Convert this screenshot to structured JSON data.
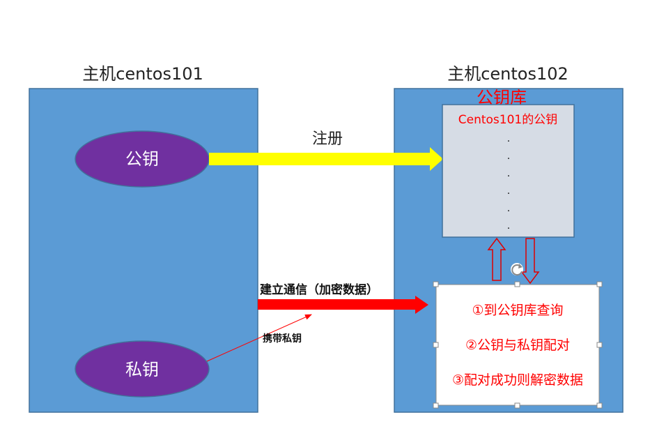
{
  "hosts": {
    "left_title": "主机centos101",
    "right_title": "主机centos102"
  },
  "keys": {
    "public_key": "公钥",
    "private_key": "私钥"
  },
  "arrows": {
    "register": "注册",
    "establish": "建立通信（加密数据）",
    "carry": "携带私钥"
  },
  "key_store": {
    "title": "公钥库",
    "entry": "Centos101的公钥",
    "ellipsis": [
      ".",
      ".",
      ".",
      ".",
      ".",
      "."
    ]
  },
  "steps": [
    "①到公钥库查询",
    "②公钥与私钥配对",
    "③配对成功则解密数据"
  ],
  "colors": {
    "host_fill": "#5B9BD5",
    "host_stroke": "#41719C",
    "key_fill": "#7030A0",
    "store_fill": "#D6DCE5",
    "register_arrow": "#FFFF00",
    "establish_arrow": "#FF0000",
    "red_text": "#FF0000"
  }
}
